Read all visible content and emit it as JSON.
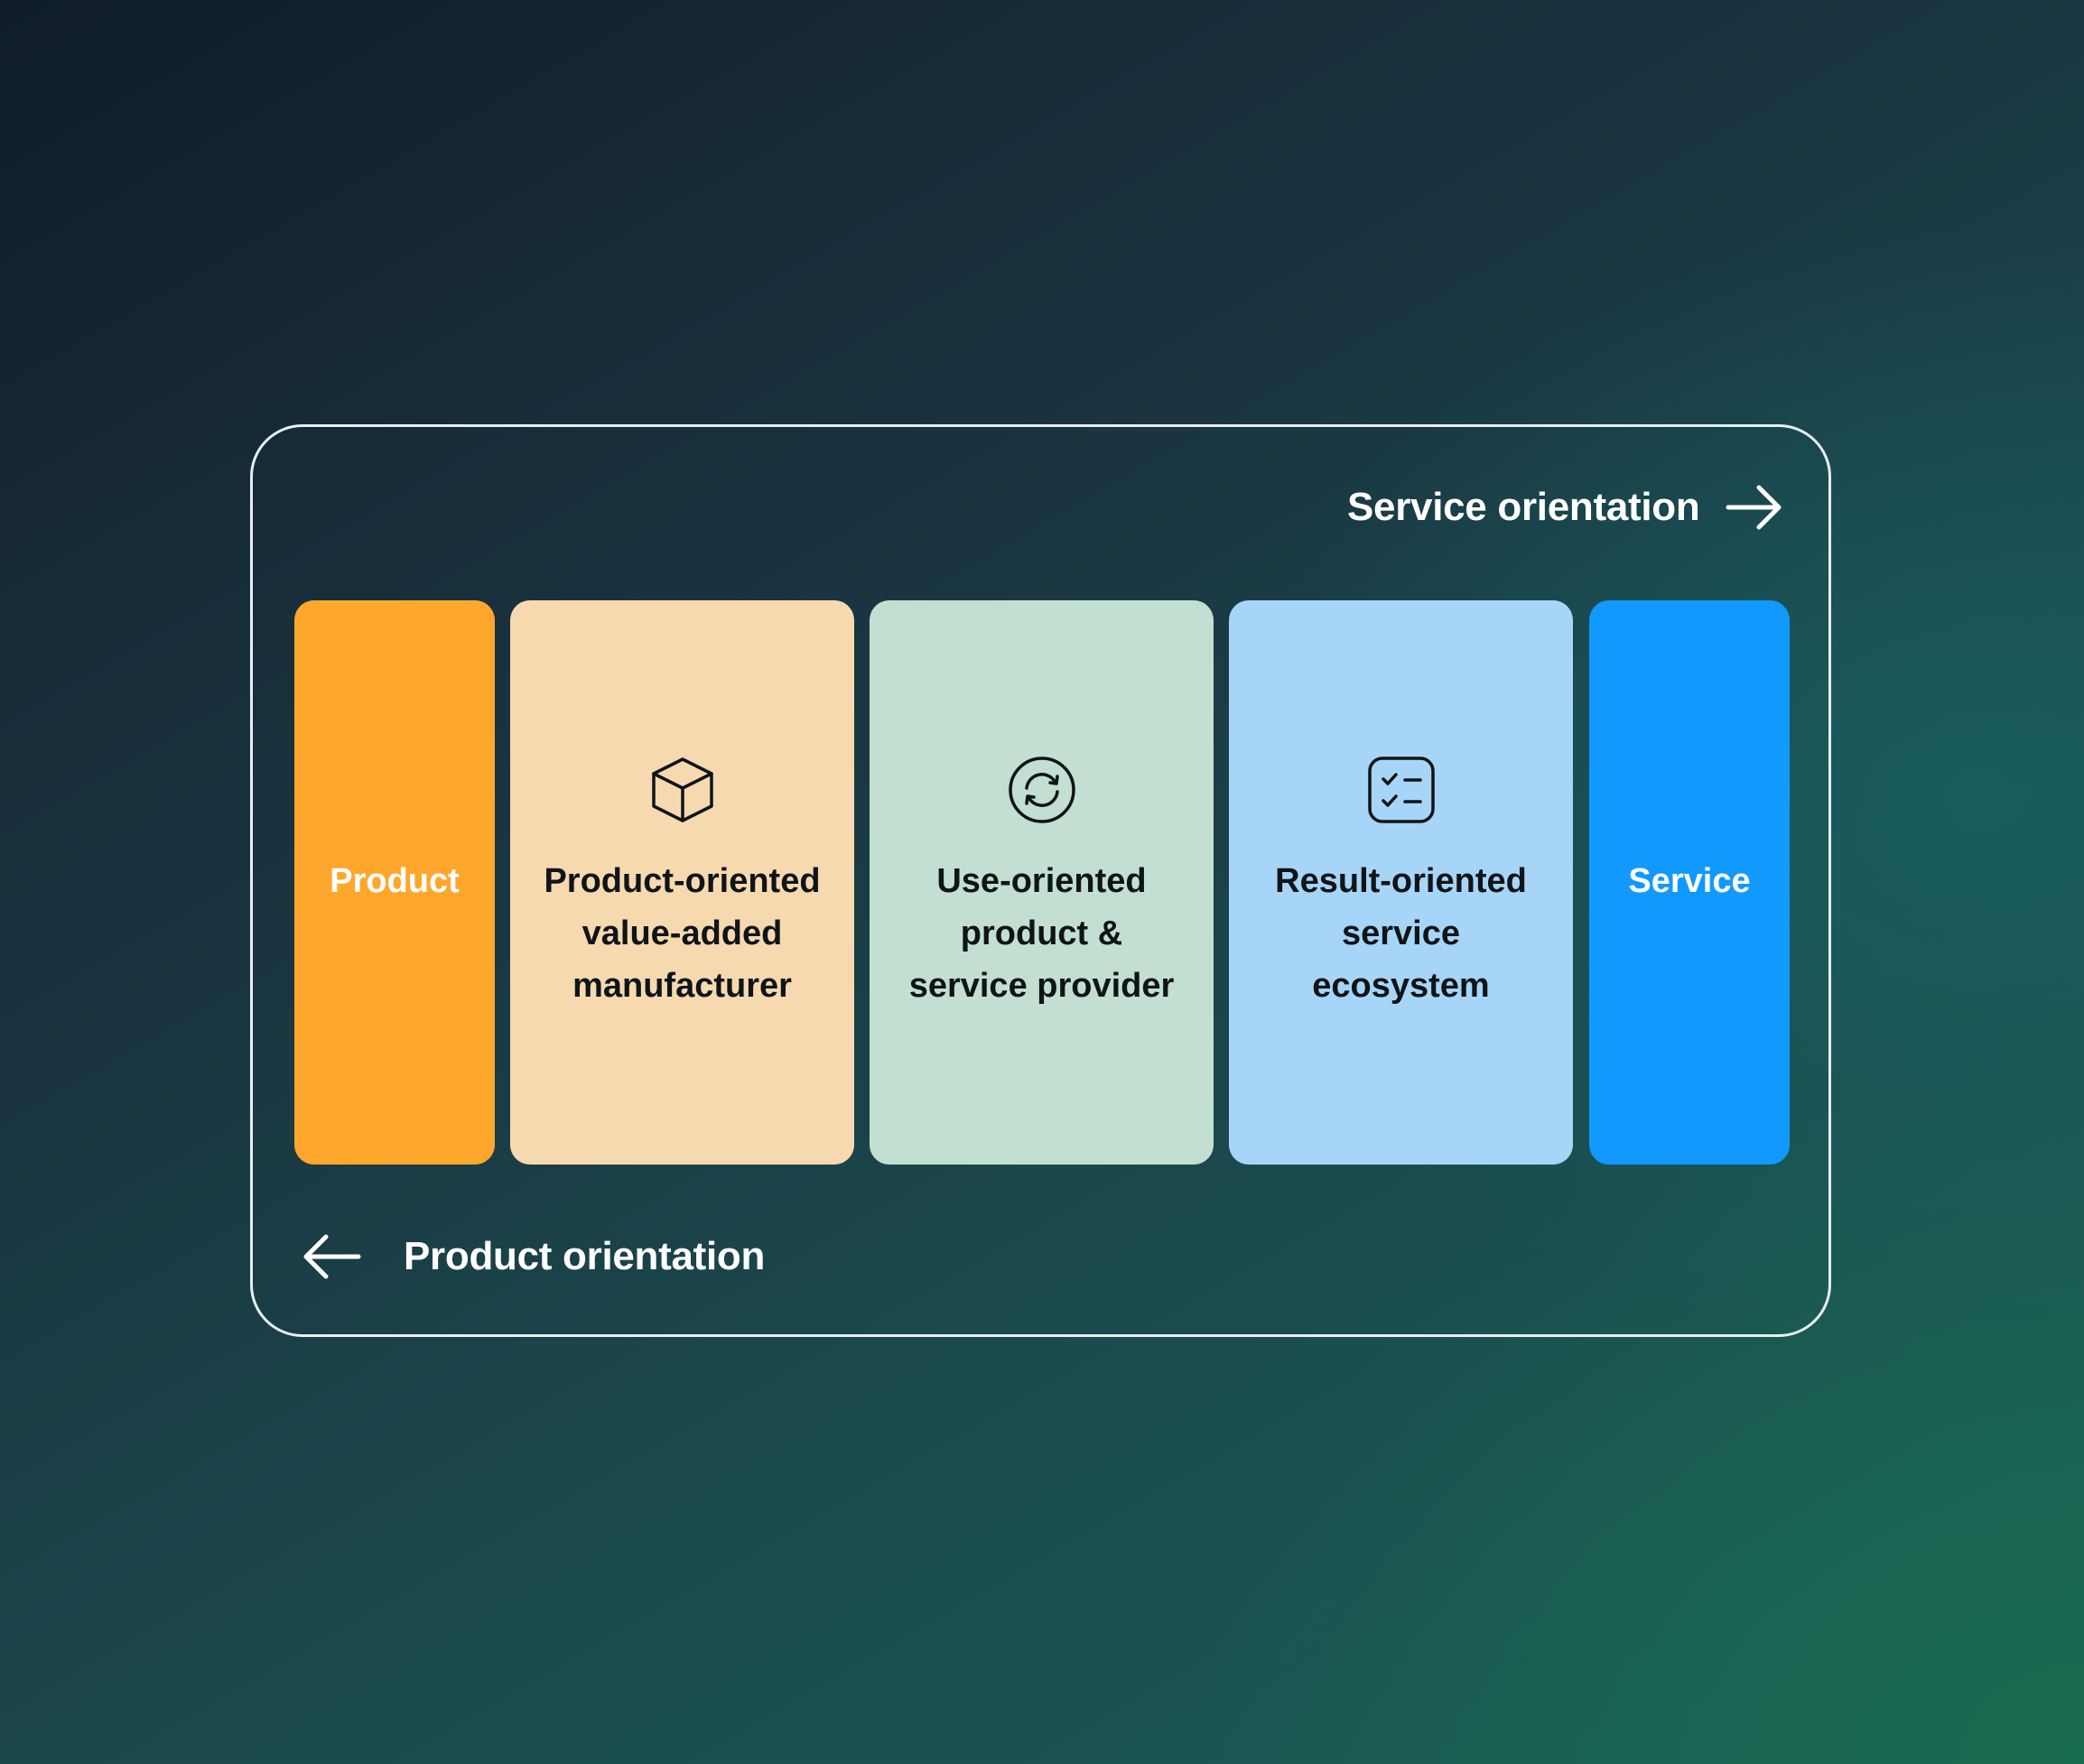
{
  "diagram": {
    "service_orientation_label": "Service orientation",
    "product_orientation_label": "Product orientation",
    "cards": [
      {
        "label": "Product",
        "color": "#ffa72c",
        "text_color": "#ffffff"
      },
      {
        "label": "Product-oriented value-added manufacturer",
        "color": "#f7d9af",
        "icon": "cube-icon",
        "text_color": "#0f1418"
      },
      {
        "label": "Use-oriented product & service provider",
        "color": "#c2dfd1",
        "icon": "refresh-cycle-icon",
        "text_color": "#0f1418"
      },
      {
        "label": "Result-oriented service ecosystem",
        "color": "#a7d5f7",
        "icon": "checklist-icon",
        "text_color": "#0f1418"
      },
      {
        "label": "Service",
        "color": "#1199fe",
        "text_color": "#ffffff"
      }
    ],
    "colors": {
      "frame_border": "#e8eef0",
      "arrow": "#ffffff"
    }
  }
}
